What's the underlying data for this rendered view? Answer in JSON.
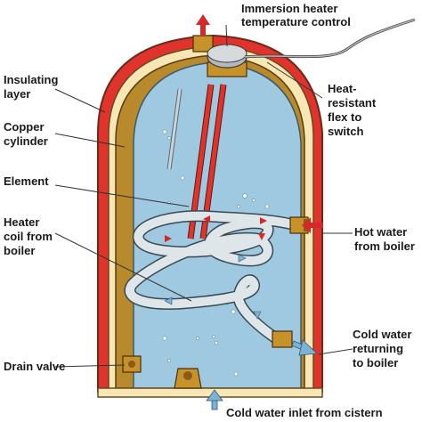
{
  "labels": {
    "immersion_heater": [
      "Immersion heater",
      "temperature control"
    ],
    "insulating_layer": [
      "Insulating",
      "layer"
    ],
    "copper_cylinder": [
      "Copper",
      "cylinder"
    ],
    "heat_resistant_flex": [
      "Heat-",
      "resistant",
      "flex to",
      "switch"
    ],
    "element": [
      "Element"
    ],
    "heater_coil": [
      "Heater",
      "coil from",
      "boiler"
    ],
    "hot_water": [
      "Hot water",
      "from boiler"
    ],
    "cold_returning": [
      "Cold water",
      "returning",
      "to boiler"
    ],
    "drain_valve": [
      "Drain valve"
    ],
    "cold_inlet": [
      "Cold water inlet from cistern"
    ]
  },
  "colors": {
    "insulation": "#e0332b",
    "cream_layer": "#f6e7b5",
    "copper": "#b98a2c",
    "water": "#9ec9e0",
    "pipe": "#dfe6ea",
    "hot_arrow": "#d62828",
    "cold_arrow": "#7bb3d8",
    "brass": "#c8922a"
  }
}
